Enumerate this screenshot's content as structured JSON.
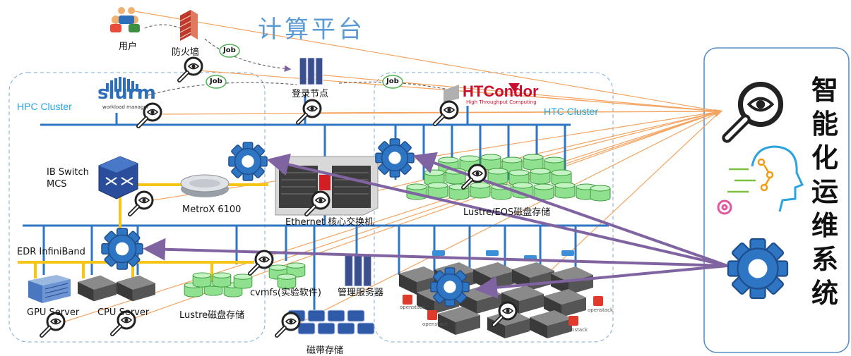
{
  "title": "计算平台",
  "labels": {
    "user": "用户",
    "firewall": "防火墙",
    "job1": "Job",
    "job2": "Job",
    "job3": "Job",
    "login": "登录节点",
    "slurm": "slurm",
    "slurm_sub": "workload manager",
    "htcondor": "HTCondor",
    "htcondor_sub": "High Throughput Computing",
    "hpc_cluster": "HPC Cluster",
    "htc_cluster": "HTC Cluster",
    "ib_switch": "IB Switch",
    "mcs": "MCS",
    "metrox": "MetroX 6100",
    "ethernet": "Ethernet 核心交换机",
    "lustre_eos": "Lustre/EOS磁盘存储",
    "edr": "EDR InfiniBand",
    "gpu": "GPU Server",
    "cpu": "CPU Server",
    "lustre": "Lustre磁盘存储",
    "cvmfs": "cvmfs(实验软件)",
    "mgmt": "管理服务器",
    "tape": "磁带存储",
    "openstack": "openstack"
  },
  "side_title": [
    "智",
    "能",
    "化",
    "运",
    "维",
    "系",
    "统"
  ],
  "colors": {
    "title": "#5b9bd5",
    "bus": "#2e75c4",
    "ib_bus": "#f5c518",
    "orange_line": "#f4a460",
    "purple_arrow": "#8064a2",
    "gear": "#2e75c4",
    "cluster_text": "#2aa3e0"
  }
}
